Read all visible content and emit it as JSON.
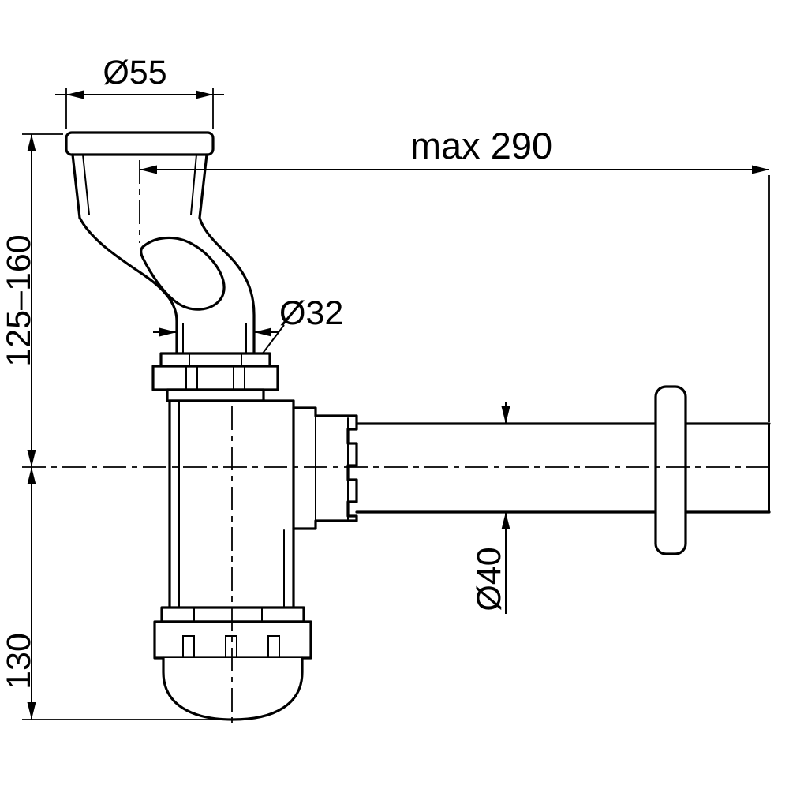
{
  "labels": {
    "inlet_diameter": "Ø55",
    "max_length": "max 290",
    "height_range": "125–160",
    "pipe_diameter": "Ø32",
    "outlet_diameter": "Ø40",
    "trap_height": "130"
  },
  "colors": {
    "line": "#000000",
    "gasket_fill": "#c9c9c9",
    "background": "#ffffff"
  }
}
